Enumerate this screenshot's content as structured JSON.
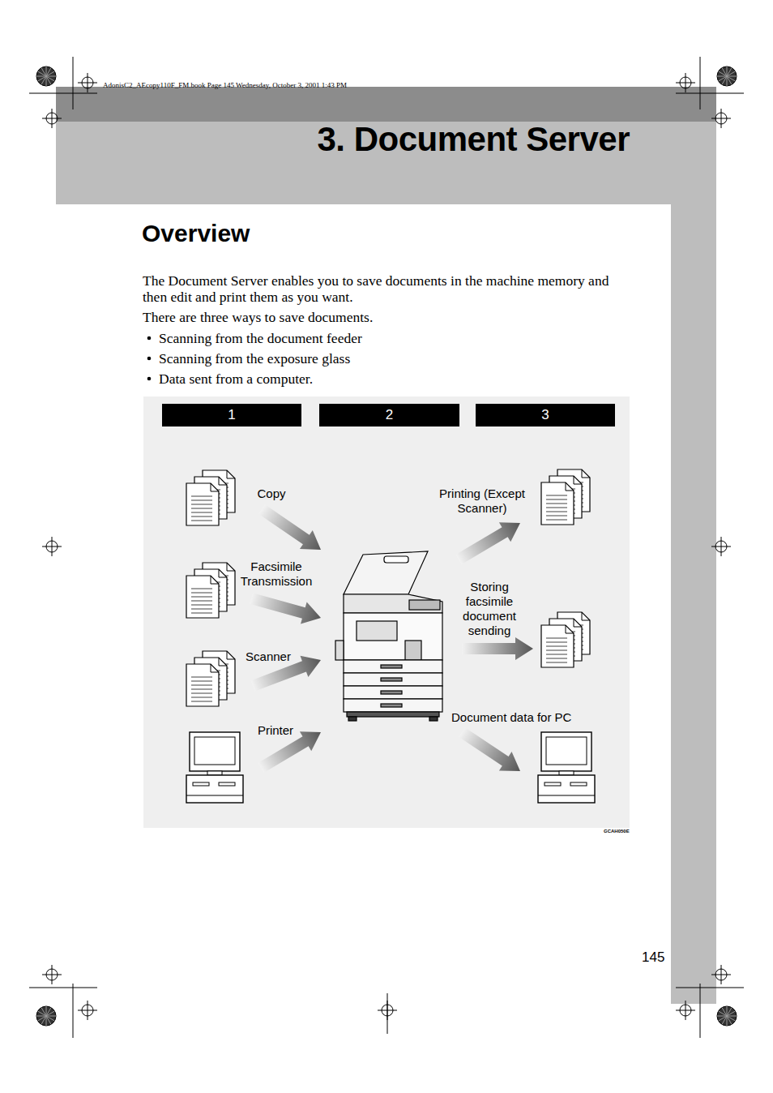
{
  "diagram": {
    "title": "3. Document Server",
    "nodes": [
      {
        "text": [
          "1"
        ]
      },
      {
        "text": [
          "2"
        ]
      },
      {
        "text": [
          "3"
        ]
      }
    ],
    "labels": [
      "AdonisC2_AEcopy110F_FM.book  Page 145  Wednesday, October 3, 2001  1:43 PM",
      "Overview",
      "The Document Server enables you to save documents in the machine memory and then edit and print them as you want.",
      "There are three ways to save documents.",
      "Scanning from the document feeder",
      "Scanning from the exposure glass",
      "Data sent from a computer.",
      "Copy",
      "Facsimile Transmission",
      "Scanner",
      "Printer",
      "Printing (Except Scanner)",
      "Storing facsimile document sending",
      "Document data for PC",
      "GCAH050E",
      "145"
    ]
  }
}
